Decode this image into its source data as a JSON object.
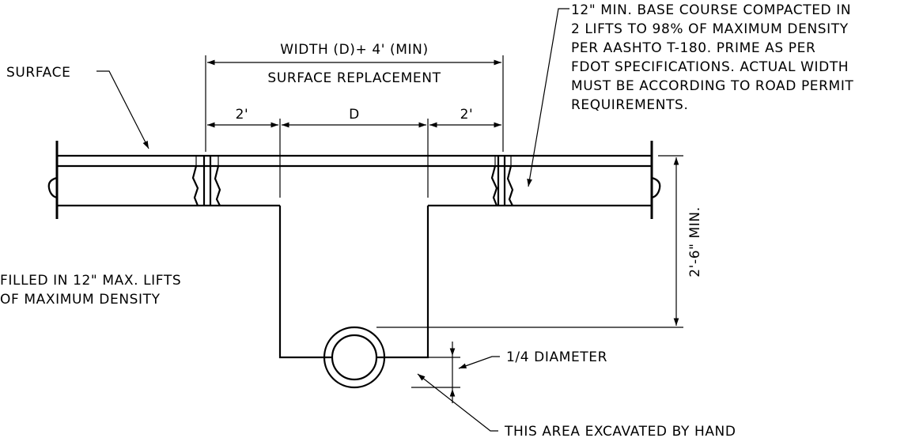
{
  "labels": {
    "surface": "SURFACE",
    "width_dim": "WIDTH (D)+ 4' (MIN)",
    "surface_replacement": "SURFACE REPLACEMENT",
    "left_offset": "2'",
    "trench_width": "D",
    "right_offset": "2'",
    "depth_dim": "2'-6\" MIN.",
    "quarter_diameter": "1/4 DIAMETER",
    "hand_excavation": "THIS AREA EXCAVATED BY HAND"
  },
  "base_course_note": [
    "12\" MIN. BASE COURSE COMPACTED IN",
    "2 LIFTS TO 98% OF MAXIMUM DENSITY",
    "PER AASHTO T-180. PRIME AS PER",
    "FDOT SPECIFICATIONS. ACTUAL WIDTH",
    "MUST BE ACCORDING TO ROAD PERMIT",
    "REQUIREMENTS."
  ],
  "backfill_note": [
    "FILLED IN 12\" MAX. LIFTS",
    "OF MAXIMUM DENSITY"
  ]
}
